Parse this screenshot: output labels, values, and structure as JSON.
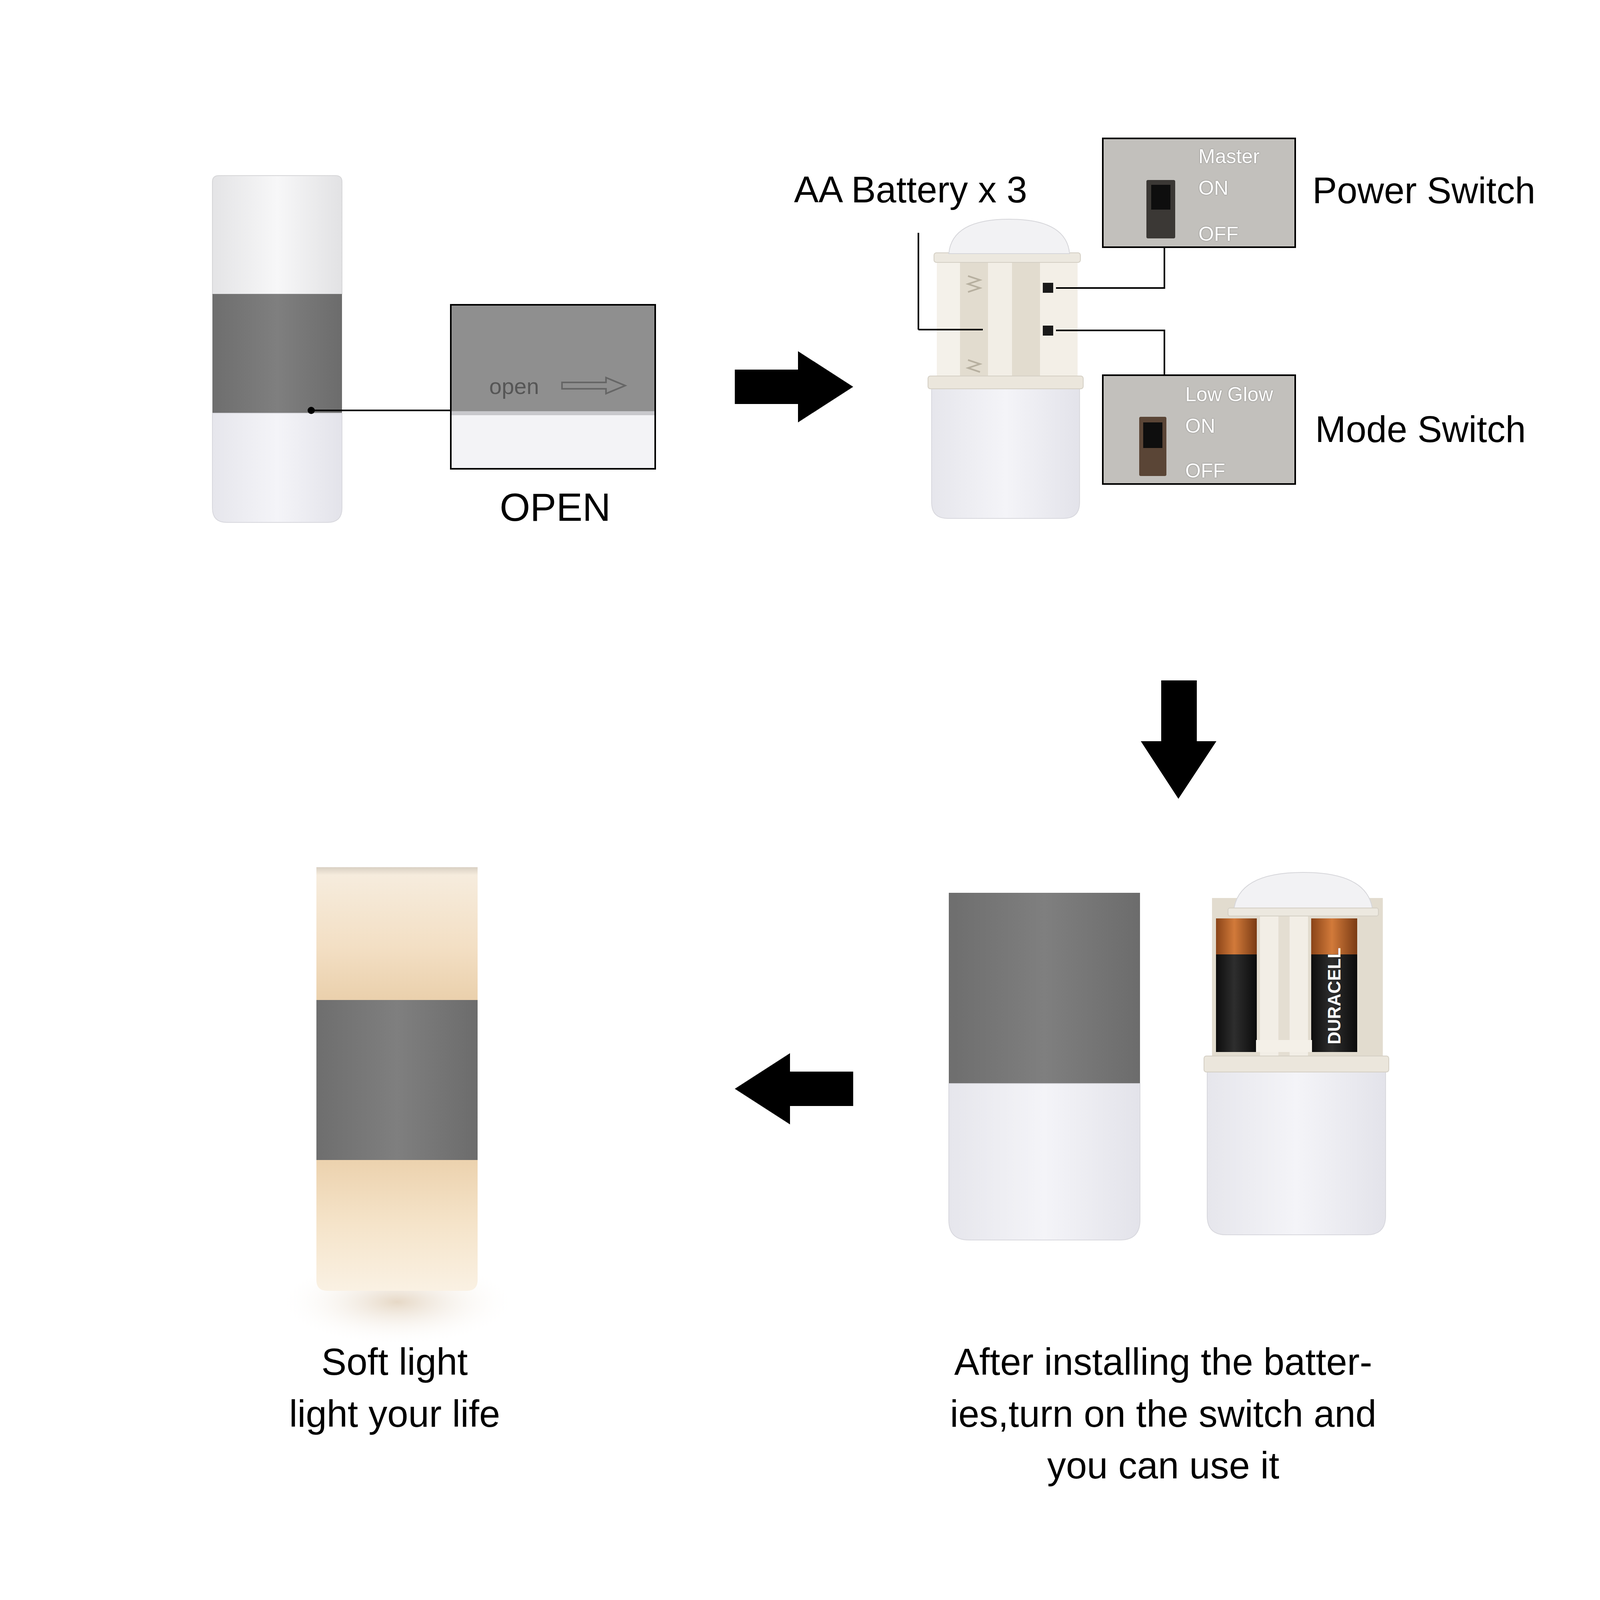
{
  "diagram": {
    "nodes": [
      {
        "text": [
          "open"
        ]
      },
      {
        "text": [
          "Master",
          "ON",
          "OFF"
        ]
      },
      {
        "text": [
          "Low Glow",
          "ON",
          "OFF"
        ]
      }
    ],
    "labels": [
      "OPEN",
      "AA Battery x 3",
      "Power Switch",
      "Mode Switch",
      "DURACELL",
      "After installing the batter- ies,turn on the switch and you can use it",
      "Soft light light your life"
    ]
  }
}
